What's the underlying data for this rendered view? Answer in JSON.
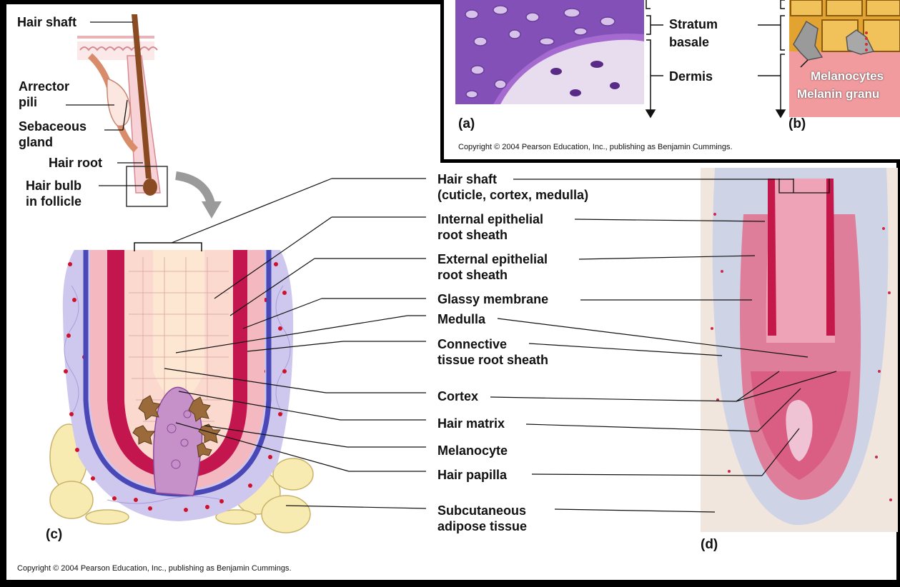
{
  "panels": {
    "a": "(a)",
    "b": "(b)",
    "c": "(c)",
    "d": "(d)"
  },
  "inset_labels": {
    "stratum_basale": "Stratum\nbasale",
    "dermis": "Dermis",
    "melanocytes": "Melanocytes",
    "melanin_granules": "Melanin granu"
  },
  "overview_labels": {
    "hair_shaft": "Hair shaft",
    "arrector_pili": "Arrector\npili",
    "sebaceous_gland": "Sebaceous\ngland",
    "hair_root": "Hair root",
    "hair_bulb": "Hair bulb\nin follicle"
  },
  "structure_labels": [
    "Hair shaft\n(cuticle, cortex, medulla)",
    "Internal epithelial\nroot sheath",
    "External epithelial\nroot sheath",
    "Glassy membrane",
    "Medulla",
    "Connective\ntissue root sheath",
    "Cortex",
    "Hair matrix",
    "Melanocyte",
    "Hair papilla",
    "Subcutaneous\nadipose tissue"
  ],
  "copyright_top": "Copyright © 2004 Pearson Education, Inc., publishing as Benjamin Cummings.",
  "copyright_bottom": "Copyright © 2004 Pearson Education, Inc., publishing as Benjamin Cummings.",
  "colors": {
    "histology_purple": "#8a5bb3",
    "bulb_red": "#c8104f",
    "sheath_blue": "#5a5fc8",
    "matrix_pink": "#f2b8c2",
    "adipose_yellow": "#f6e7a6",
    "melanocyte_brown": "#9a6a3a"
  }
}
